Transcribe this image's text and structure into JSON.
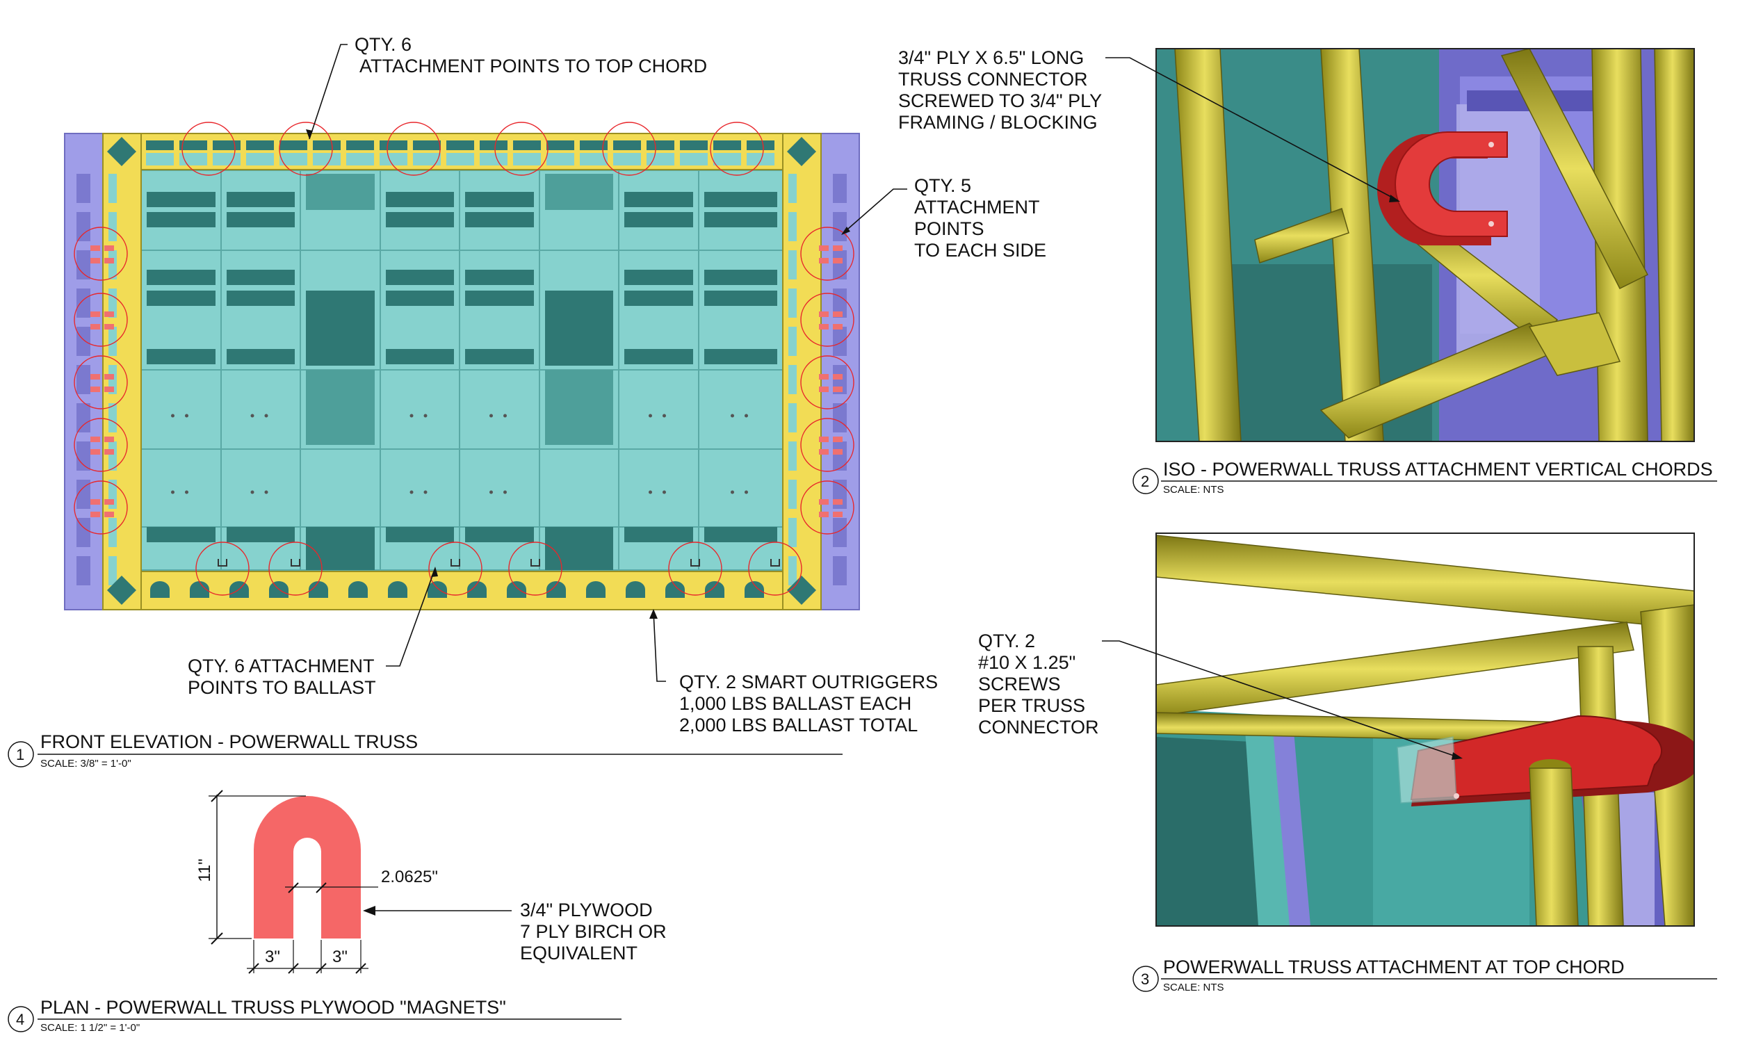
{
  "views": [
    {
      "number": "1",
      "title": "FRONT ELEVATION - POWERWALL TRUSS",
      "scale": "SCALE: 3/8\" = 1'-0\""
    },
    {
      "number": "2",
      "title": "ISO - POWERWALL TRUSS ATTACHMENT VERTICAL CHORDS",
      "scale": "SCALE: NTS"
    },
    {
      "number": "3",
      "title": "POWERWALL TRUSS ATTACHMENT AT TOP CHORD",
      "scale": "SCALE: NTS"
    },
    {
      "number": "4",
      "title": "PLAN - POWERWALL TRUSS PLYWOOD \"MAGNETS\"",
      "scale": "SCALE: 1 1/2\" = 1'-0\""
    }
  ],
  "notes": {
    "top_chord": [
      "QTY. 6",
      "ATTACHMENT POINTS TO TOP CHORD"
    ],
    "sides": [
      "QTY. 5",
      "ATTACHMENT",
      "POINTS",
      "TO EACH SIDE"
    ],
    "ballast": [
      "QTY. 6 ATTACHMENT",
      "POINTS TO BALLAST"
    ],
    "outriggers": [
      "QTY. 2 SMART OUTRIGGERS",
      "1,000 LBS BALLAST EACH",
      "2,000 LBS BALLAST TOTAL"
    ],
    "connector": [
      "3/4\" PLY X 6.5\" LONG",
      "TRUSS CONNECTOR",
      "SCREWED TO 3/4\" PLY",
      "FRAMING / BLOCKING"
    ],
    "screws": [
      "QTY. 2",
      "#10 X 1.25\"",
      "SCREWS",
      "PER TRUSS",
      "CONNECTOR"
    ],
    "plywood": [
      "3/4\" PLYWOOD",
      "7 PLY BIRCH OR",
      "EQUIVALENT"
    ]
  },
  "dimensions": {
    "height": "11\"",
    "gap": "2.0625\"",
    "leg_left": "3\"",
    "leg_right": "3\""
  },
  "colors": {
    "truss": "#f2dc55",
    "panel": "#86d2ce",
    "panel_dark": "#2f7874",
    "outrigger": "#9f9de8",
    "connector": "#e33b3b",
    "plywood": "#f56767"
  }
}
